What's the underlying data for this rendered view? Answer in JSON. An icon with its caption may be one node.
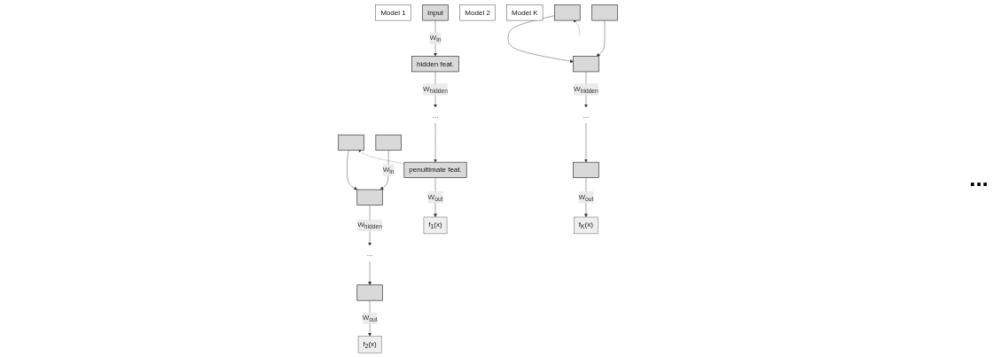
{
  "diagram": {
    "nodes": [
      {
        "text": [
          "Model 1"
        ]
      },
      {
        "text": [
          "Input"
        ]
      },
      {
        "text": [
          "hidden feat."
        ]
      },
      {
        "text": [
          "..."
        ]
      },
      {
        "text": [
          "penultimate feat."
        ]
      },
      {
        "text": [
          "f$_{1}$(x)"
        ]
      },
      {
        "text": [
          "Model 2"
        ]
      },
      {
        "text": [],
        "shape": "bar"
      },
      {
        "text": [],
        "shape": "bar"
      },
      {
        "text": [],
        "shape": "bar"
      },
      {
        "text": [
          "..."
        ]
      },
      {
        "text": [],
        "shape": "bar"
      },
      {
        "text": [
          "f$_{2}$(x)"
        ]
      },
      {
        "text": [
          "Model K"
        ]
      },
      {
        "text": [],
        "shape": "bar"
      },
      {
        "text": [],
        "shape": "bar"
      },
      {
        "text": [],
        "shape": "bar"
      },
      {
        "text": [
          "..."
        ]
      },
      {
        "text": [],
        "shape": "bar"
      },
      {
        "text": [
          "f$_{K}$(x)"
        ]
      }
    ],
    "edges": [
      {
        "from": 1,
        "to": 2,
        "arrow": "to",
        "label": "W$_{in}$"
      },
      {
        "from": 2,
        "to": 3,
        "arrow": "to",
        "label": "W$_{hidden}$"
      },
      {
        "from": 3,
        "to": 4,
        "arrow": "to"
      },
      {
        "from": 4,
        "to": 5,
        "arrow": "to",
        "label": "W$_{out}$"
      },
      {
        "from": 4,
        "to": 7,
        "arrow": "to",
        "style": "dashed"
      },
      {
        "from": 7,
        "to": 9,
        "arrow": "to"
      },
      {
        "from": 8,
        "to": 9,
        "arrow": "to",
        "label": "W$_{in}$"
      },
      {
        "from": 9,
        "to": 10,
        "arrow": "to",
        "label": "W$_{hidden}$"
      },
      {
        "from": 10,
        "to": 11,
        "arrow": "to"
      },
      {
        "from": 11,
        "to": 12,
        "arrow": "to",
        "label": "W$_{out}$"
      },
      {
        "from": null,
        "to": 14,
        "arrow": "to",
        "style": "dashed"
      },
      {
        "from": 14,
        "to": 16,
        "arrow": "to"
      },
      {
        "from": 15,
        "to": 16,
        "arrow": "to"
      },
      {
        "from": 16,
        "to": 17,
        "arrow": "to",
        "label": "W$_{hidden}$"
      },
      {
        "from": 17,
        "to": 18,
        "arrow": "to"
      },
      {
        "from": 18,
        "to": 19,
        "arrow": "to",
        "label": "W$_{out}$"
      }
    ],
    "labels": [
      "..."
    ]
  }
}
